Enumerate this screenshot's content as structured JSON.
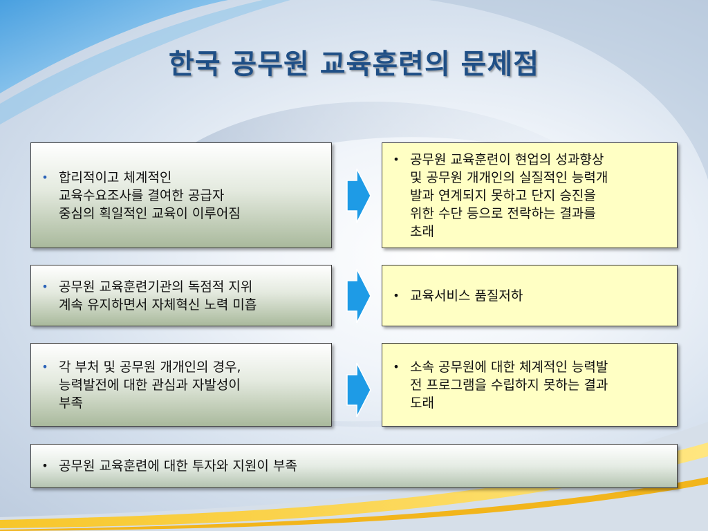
{
  "title": "한국 공무원 교육훈련의 문제점",
  "colors": {
    "title": "#1f4f86",
    "arrow": "#1e9be6",
    "yellow_box": "#ffffc4",
    "bullet_blue": "#2a62b8"
  },
  "problems": [
    {
      "bullet": "•",
      "text": "합리적이고 체계적인\n교육수요조사를 결여한 공급자\n중심의 획일적인 교육이 이루어짐"
    },
    {
      "bullet": "•",
      "text": "공무원 교육훈련기관의  독점적 지위\n계속 유지하면서 자체혁신 노력 미흡"
    },
    {
      "bullet": "•",
      "text": "각 부처 및 공무원 개개인의 경우,\n능력발전에 대한 관심과 자발성이\n부족"
    }
  ],
  "results": [
    {
      "bullet": "•",
      "text": "공무원 교육훈련이 현업의 성과향상\n및 공무원 개개인의 실질적인 능력개\n발과 연계되지 못하고 단지 승진을\n위한 수단 등으로 전락하는 결과를\n초래"
    },
    {
      "bullet": "•",
      "text": " 교육서비스 품질저하"
    },
    {
      "bullet": "•",
      "text": "소속 공무원에 대한 체계적인 능력발\n전 프로그램을 수립하지 못하는 결과\n도래"
    }
  ],
  "bottom": {
    "bullet": "•",
    "text": "공무원 교육훈련에 대한 투자와 지원이 부족"
  },
  "arrow_icon": "right-arrow-icon"
}
